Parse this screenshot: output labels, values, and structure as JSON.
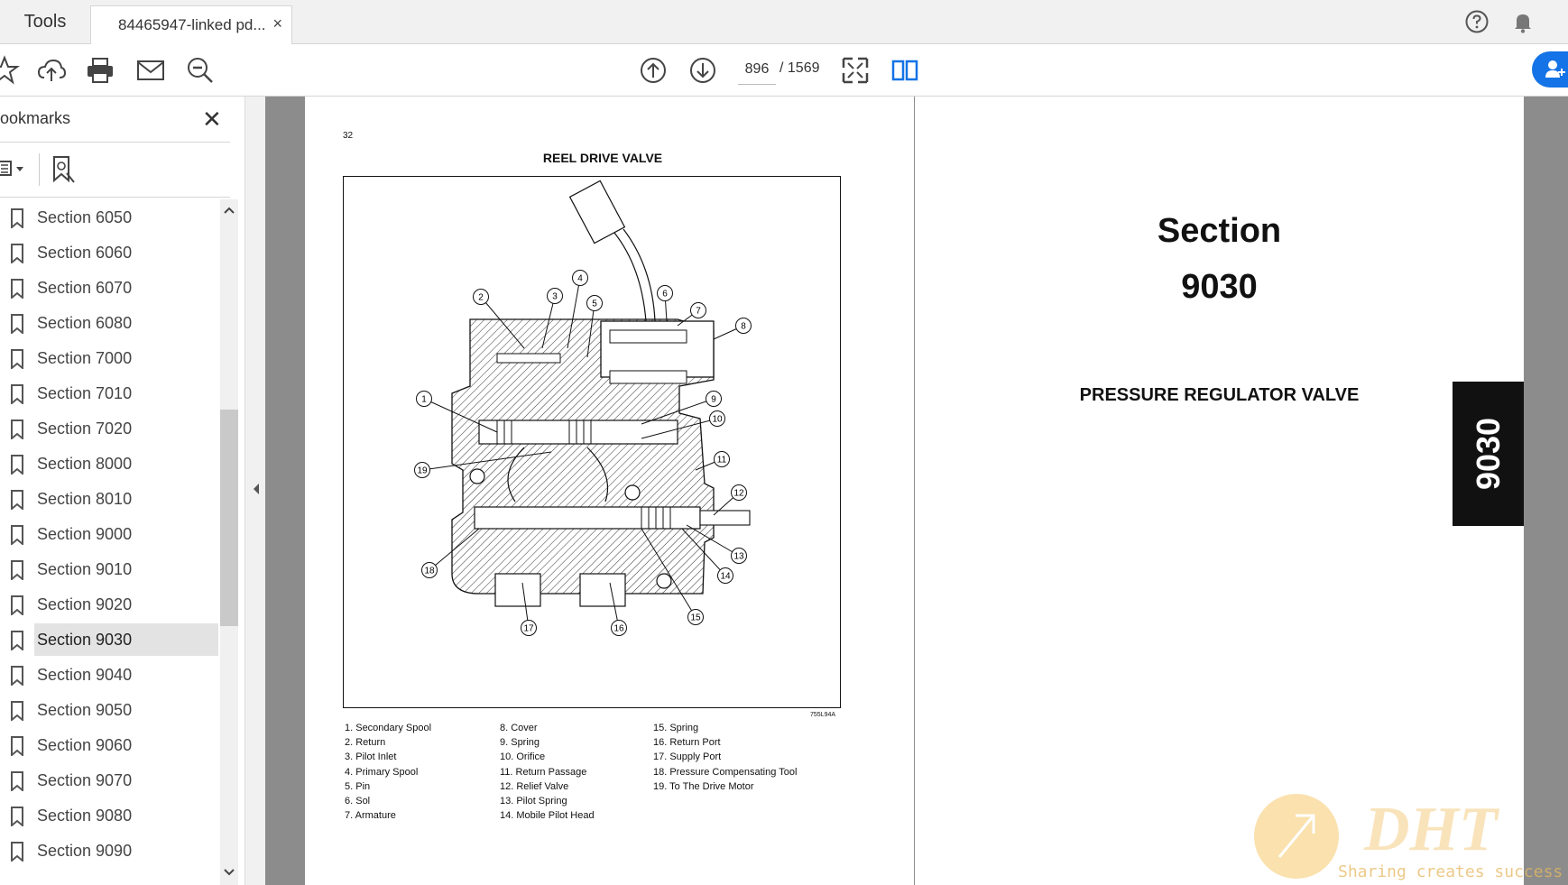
{
  "tabs": {
    "tools_label": "Tools",
    "doc_label": "84465947-linked pd...",
    "close_glyph": "×"
  },
  "toolbar": {
    "page_current": "896",
    "page_total": "/ 1569"
  },
  "sidebar": {
    "title": "ookmarks",
    "items": [
      {
        "label": "Section 6050"
      },
      {
        "label": "Section 6060"
      },
      {
        "label": "Section 6070"
      },
      {
        "label": "Section 6080"
      },
      {
        "label": "Section 7000"
      },
      {
        "label": "Section 7010"
      },
      {
        "label": "Section 7020"
      },
      {
        "label": "Section 8000"
      },
      {
        "label": "Section 8010"
      },
      {
        "label": "Section 9000"
      },
      {
        "label": "Section 9010"
      },
      {
        "label": "Section 9020"
      },
      {
        "label": "Section 9030",
        "selected": true
      },
      {
        "label": "Section 9040"
      },
      {
        "label": "Section 9050"
      },
      {
        "label": "Section 9060"
      },
      {
        "label": "Section 9070"
      },
      {
        "label": "Section 9080"
      },
      {
        "label": "Section 9090"
      }
    ]
  },
  "left_page": {
    "page_number": "32",
    "figure_title": "REEL DRIVE VALVE",
    "figure_code": "755L94A",
    "callouts": [
      "1",
      "2",
      "3",
      "4",
      "5",
      "6",
      "7",
      "8",
      "9",
      "10",
      "11",
      "12",
      "13",
      "14",
      "15",
      "16",
      "17",
      "18",
      "19"
    ],
    "legend_col1": [
      "1.  Secondary Spool",
      "2.  Return",
      "3.  Pilot Inlet",
      "4.  Primary Spool",
      "5.  Pin",
      "6.  Sol",
      "7.  Armature"
    ],
    "legend_col2": [
      "8.  Cover",
      "9.  Spring",
      "10. Orifice",
      "11. Return Passage",
      "12. Relief Valve",
      "13. Pilot Spring",
      "14. Mobile Pilot Head"
    ],
    "legend_col3": [
      "15. Spring",
      "16. Return Port",
      "17. Supply Port",
      "18. Pressure Compensating Tool",
      "19. To The Drive Motor"
    ]
  },
  "right_page": {
    "section_word": "Section",
    "section_number": "9030",
    "subtitle": "PRESSURE REGULATOR VALVE",
    "side_tab": "9030"
  },
  "watermark": {
    "logo": "DHT",
    "slogan": "Sharing creates success"
  },
  "colors": {
    "accent": "#1473e6",
    "tab_black": "#111111",
    "watermark": "#f3c26a"
  }
}
